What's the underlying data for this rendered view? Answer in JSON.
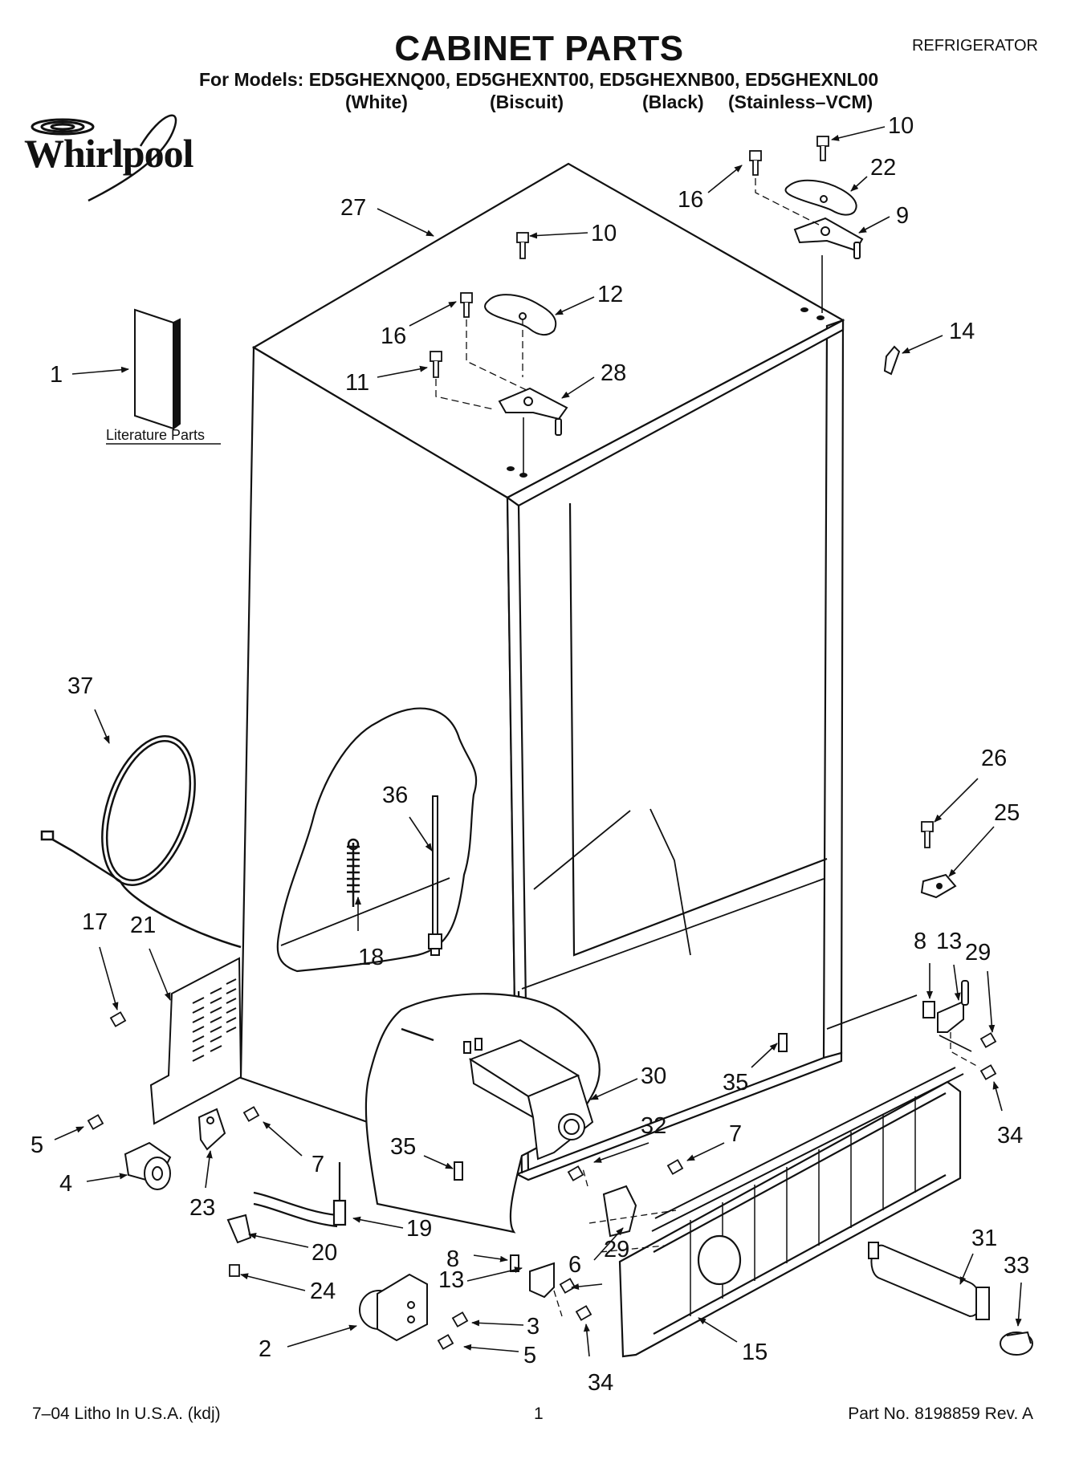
{
  "header": {
    "title": "CABINET PARTS",
    "appliance": "REFRIGERATOR",
    "models_line": "For Models: ED5GHEXNQ00, ED5GHEXNT00, ED5GHEXNB00, ED5GHEXNL00",
    "colors": [
      "(White)",
      "(Biscuit)",
      "(Black)",
      "(Stainless–VCM)"
    ]
  },
  "brand": {
    "name": "Whirlpool"
  },
  "literature_label": "Literature Parts",
  "callouts": {
    "c1": "1",
    "c2": "2",
    "c3": "3",
    "c4": "4",
    "c5a": "5",
    "c5b": "5",
    "c6": "6",
    "c7a": "7",
    "c7b": "7",
    "c8a": "8",
    "c8b": "8",
    "c9": "9",
    "c10a": "10",
    "c10b": "10",
    "c11": "11",
    "c12": "12",
    "c13a": "13",
    "c13b": "13",
    "c14": "14",
    "c15": "15",
    "c16a": "16",
    "c16b": "16",
    "c17": "17",
    "c18": "18",
    "c19": "19",
    "c20": "20",
    "c21": "21",
    "c22": "22",
    "c23": "23",
    "c24": "24",
    "c25": "25",
    "c26": "26",
    "c27": "27",
    "c28": "28",
    "c29a": "29",
    "c29b": "29",
    "c30": "30",
    "c31": "31",
    "c32": "32",
    "c33": "33",
    "c34a": "34",
    "c34b": "34",
    "c35a": "35",
    "c35b": "35",
    "c36": "36",
    "c37": "37"
  },
  "footer": {
    "litho": "7–04 Litho In U.S.A. (kdj)",
    "page": "1",
    "part_no": "Part No. 8198859 Rev. A"
  }
}
